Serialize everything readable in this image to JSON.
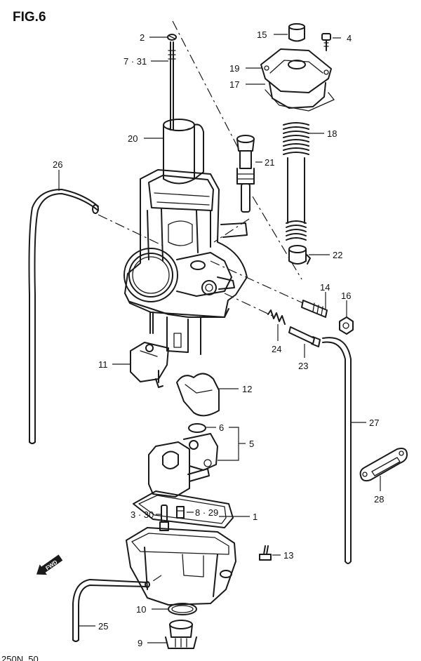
{
  "figure": {
    "title": "FIG.6",
    "footer": "250N..50"
  },
  "fwd_label": "FWD",
  "callouts": [
    {
      "id": "c2",
      "text": "2"
    },
    {
      "id": "c7",
      "text": "7 · 31"
    },
    {
      "id": "c15",
      "text": "15"
    },
    {
      "id": "c4",
      "text": "4"
    },
    {
      "id": "c19",
      "text": "19"
    },
    {
      "id": "c17",
      "text": "17"
    },
    {
      "id": "c18",
      "text": "18"
    },
    {
      "id": "c20",
      "text": "20"
    },
    {
      "id": "c21",
      "text": "21"
    },
    {
      "id": "c26",
      "text": "26"
    },
    {
      "id": "c22",
      "text": "22"
    },
    {
      "id": "c14",
      "text": "14"
    },
    {
      "id": "c16",
      "text": "16"
    },
    {
      "id": "c24",
      "text": "24"
    },
    {
      "id": "c23",
      "text": "23"
    },
    {
      "id": "c11",
      "text": "11"
    },
    {
      "id": "c12",
      "text": "12"
    },
    {
      "id": "c27",
      "text": "27"
    },
    {
      "id": "c6",
      "text": "6"
    },
    {
      "id": "c5",
      "text": "5"
    },
    {
      "id": "c28",
      "text": "28"
    },
    {
      "id": "c3",
      "text": "3 · 30"
    },
    {
      "id": "c8",
      "text": "8 · 29"
    },
    {
      "id": "c1",
      "text": "1"
    },
    {
      "id": "c13",
      "text": "13"
    },
    {
      "id": "c10",
      "text": "10"
    },
    {
      "id": "c25",
      "text": "25"
    },
    {
      "id": "c9",
      "text": "9"
    }
  ]
}
